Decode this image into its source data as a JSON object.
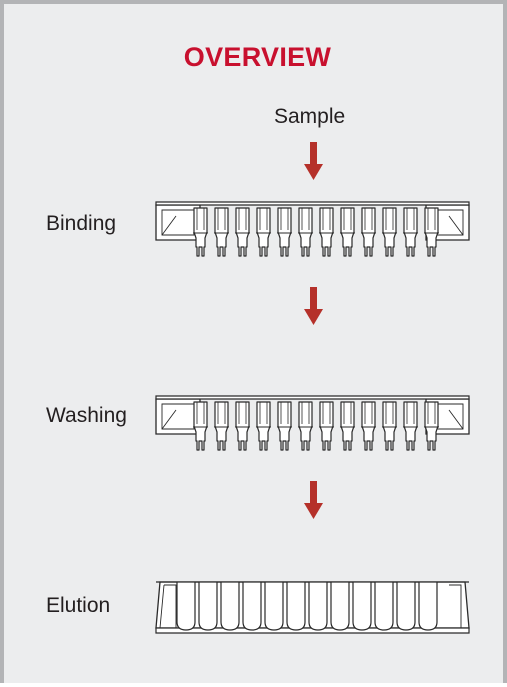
{
  "title": "OVERVIEW",
  "sample_label": "Sample",
  "steps": [
    {
      "label": "Binding",
      "plate": "column-strip"
    },
    {
      "label": "Washing",
      "plate": "column-strip"
    },
    {
      "label": "Elution",
      "plate": "elution-tube-strip"
    }
  ],
  "colors": {
    "accent": "#c8102e",
    "arrow": "#b5312a",
    "panel_bg": "#ecedee",
    "panel_border": "#b3b4b6",
    "text": "#231f20"
  }
}
